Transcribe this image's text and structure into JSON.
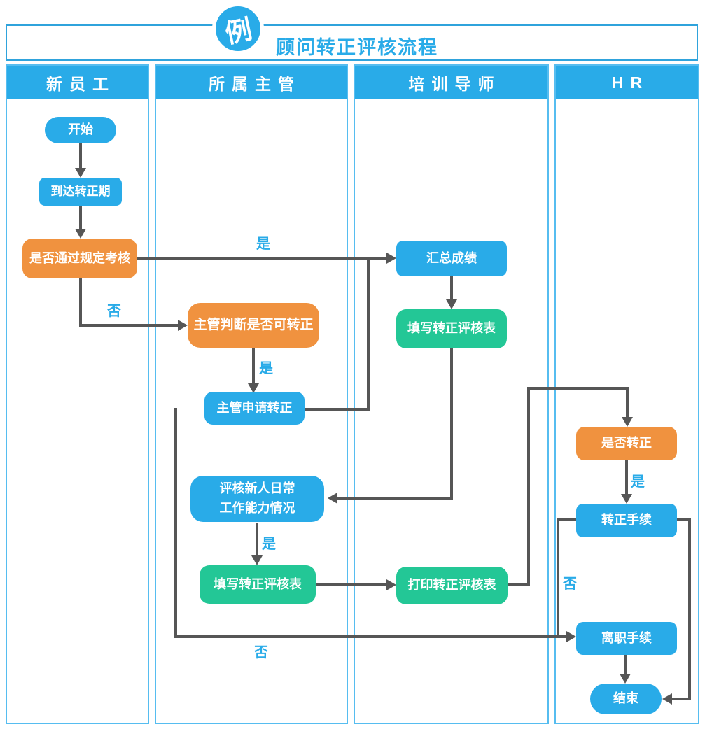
{
  "header": {
    "badge": "例",
    "title": "顾问转正评核流程"
  },
  "lanes": [
    {
      "label": "新员工"
    },
    {
      "label": "所属主管"
    },
    {
      "label": "培训导师"
    },
    {
      "label": "HR"
    }
  ],
  "nodes": {
    "start": {
      "label": "开始",
      "type": "terminal",
      "color": "blue"
    },
    "reach_period": {
      "label": "到达转正期",
      "type": "process",
      "color": "blue"
    },
    "pass_exam": {
      "label": "是否通过规定考核",
      "type": "decision",
      "color": "orange"
    },
    "supervisor_judge": {
      "label": "主管判断是否可转正",
      "type": "decision",
      "color": "orange"
    },
    "supervisor_apply": {
      "label": "主管申请转正",
      "type": "process",
      "color": "blue"
    },
    "assess_daily": {
      "lines": [
        "评核新人日常",
        "工作能力情况"
      ],
      "type": "process",
      "color": "blue"
    },
    "fill_form_supervisor": {
      "label": "填写转正评核表",
      "type": "document",
      "color": "green"
    },
    "summarize_scores": {
      "label": "汇总成绩",
      "type": "process",
      "color": "blue"
    },
    "fill_form_mentor": {
      "label": "填写转正评核表",
      "type": "document",
      "color": "green"
    },
    "print_form": {
      "label": "打印转正评核表",
      "type": "document",
      "color": "green"
    },
    "confirm_regular": {
      "label": "是否转正",
      "type": "decision",
      "color": "orange"
    },
    "regular_procedure": {
      "label": "转正手续",
      "type": "process",
      "color": "blue"
    },
    "resign_procedure": {
      "label": "离职手续",
      "type": "process",
      "color": "blue"
    },
    "end": {
      "label": "结束",
      "type": "terminal",
      "color": "blue"
    }
  },
  "labels": {
    "yes": "是",
    "no": "否"
  },
  "edges": [
    {
      "from": "start",
      "to": "reach_period",
      "label": ""
    },
    {
      "from": "reach_period",
      "to": "pass_exam",
      "label": ""
    },
    {
      "from": "pass_exam",
      "to": "summarize_scores",
      "label": "是"
    },
    {
      "from": "pass_exam",
      "to": "supervisor_judge",
      "label": "否"
    },
    {
      "from": "supervisor_judge",
      "to": "supervisor_apply",
      "label": "是"
    },
    {
      "from": "supervisor_apply",
      "to": "summarize_scores",
      "label": ""
    },
    {
      "from": "summarize_scores",
      "to": "fill_form_mentor",
      "label": ""
    },
    {
      "from": "fill_form_mentor",
      "to": "assess_daily",
      "label": ""
    },
    {
      "from": "assess_daily",
      "to": "fill_form_supervisor",
      "label": "是"
    },
    {
      "from": "fill_form_supervisor",
      "to": "print_form",
      "label": ""
    },
    {
      "from": "print_form",
      "to": "confirm_regular",
      "label": ""
    },
    {
      "from": "confirm_regular",
      "to": "regular_procedure",
      "label": "是"
    },
    {
      "from": "regular_procedure",
      "to": "resign_procedure",
      "label": "否"
    },
    {
      "from": "regular_procedure",
      "to": "end",
      "label": ""
    },
    {
      "from": "supervisor_apply",
      "to": "resign_procedure",
      "label": "否"
    },
    {
      "from": "resign_procedure",
      "to": "end",
      "label": ""
    }
  ],
  "colors": {
    "blue": "#29ABE8",
    "orange": "#F0923F",
    "green": "#23C796",
    "line": "#565656",
    "laneborder": "#56BDF0",
    "titleborder": "#2FA3DC"
  }
}
